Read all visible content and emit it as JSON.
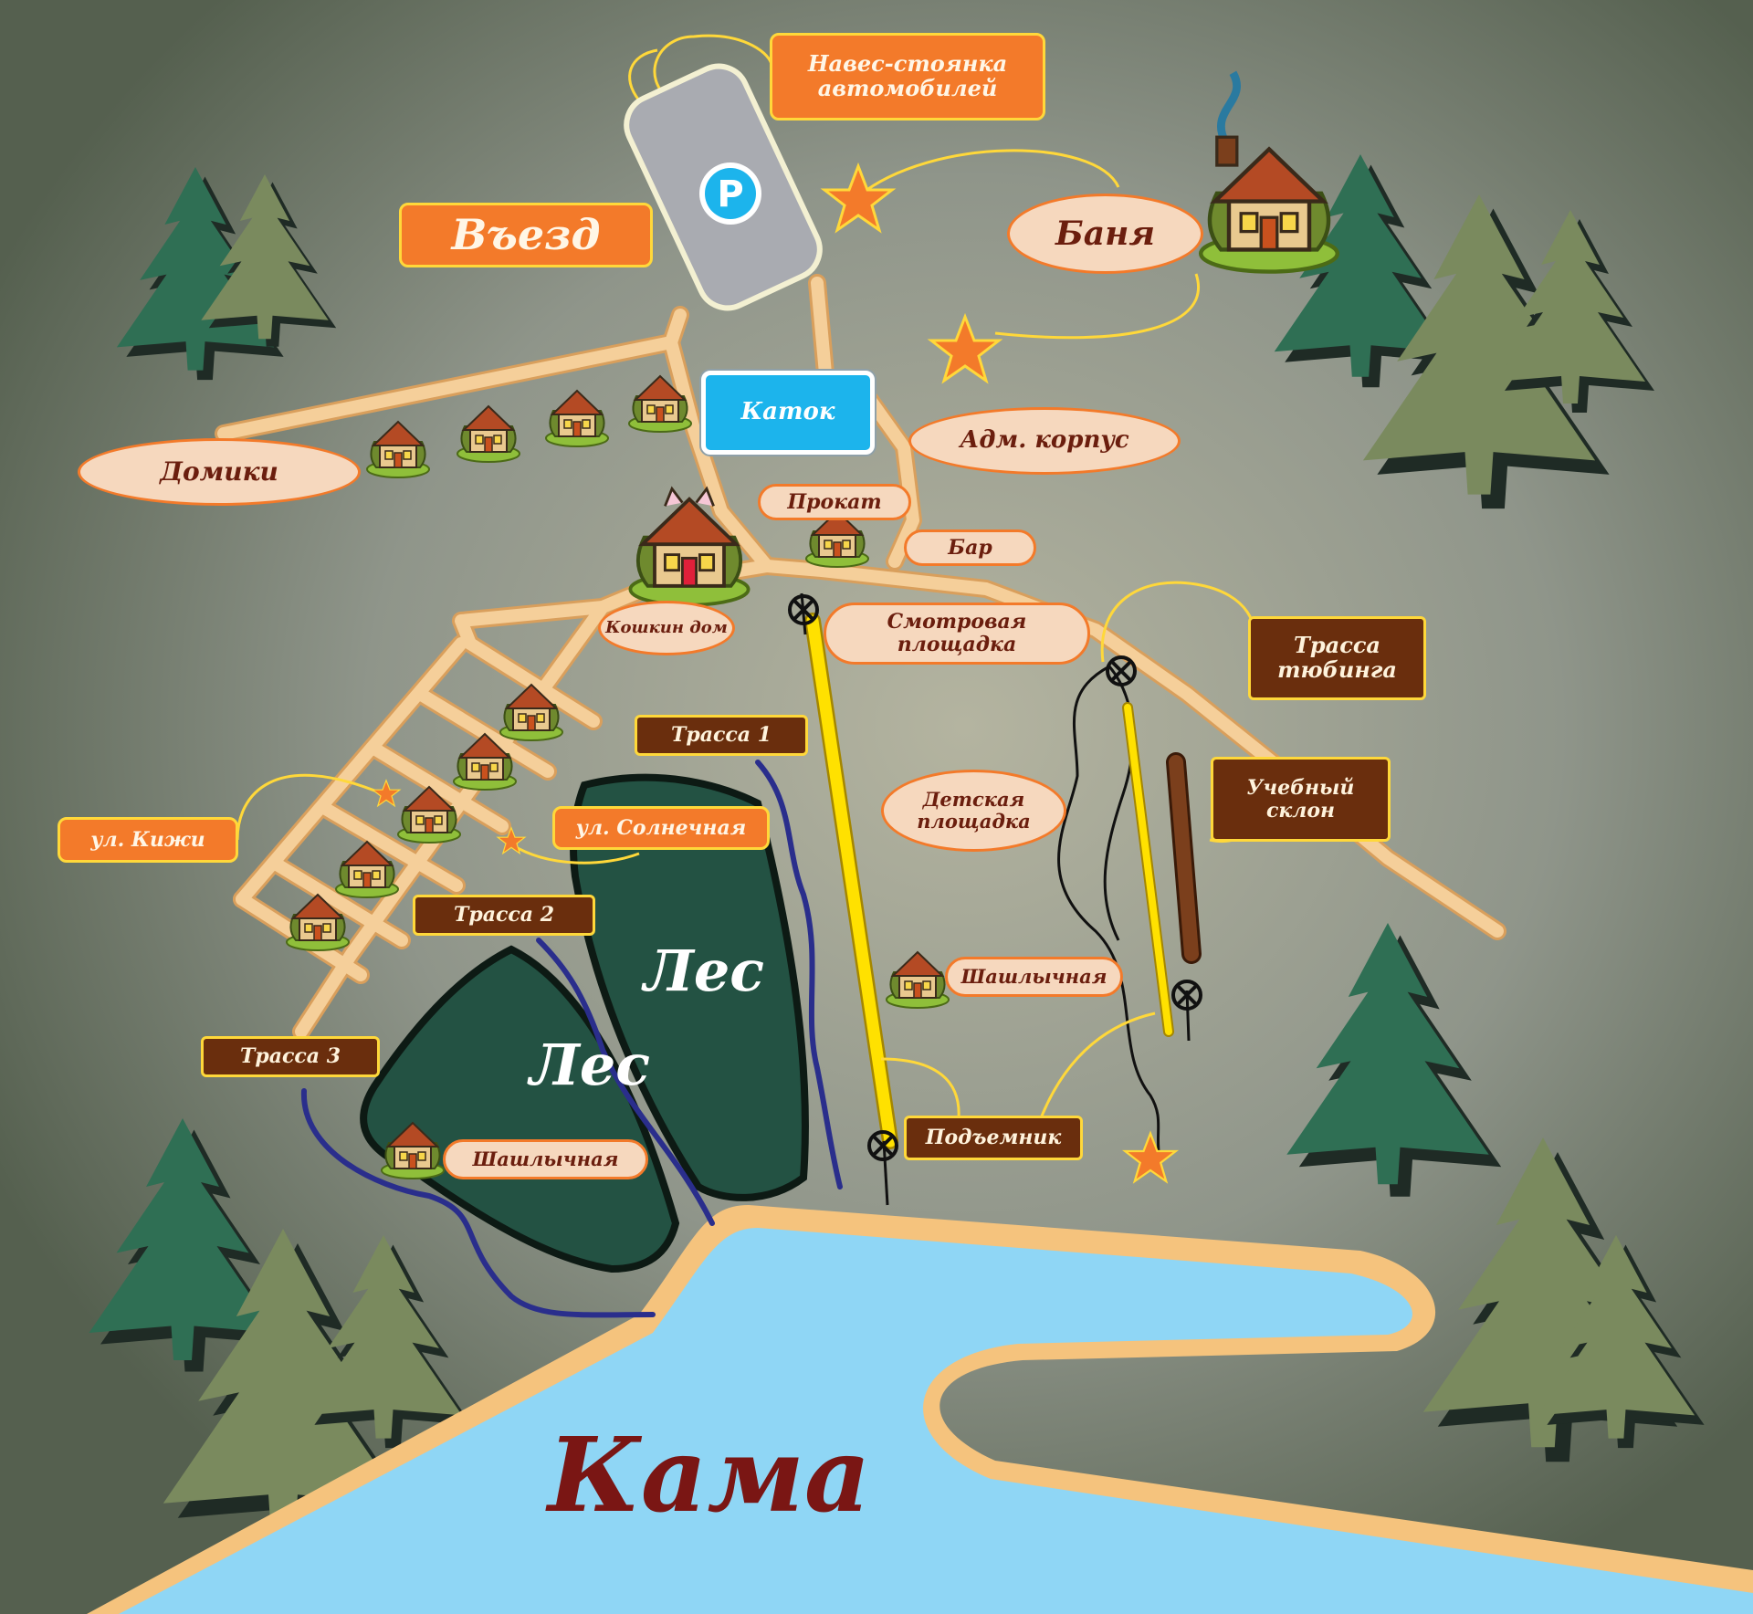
{
  "labels": {
    "parking": "Навес-стоянка автомобилей",
    "entry": "Въезд",
    "bath": "Баня",
    "houses": "Домики",
    "rink": "Каток",
    "admin": "Адм. корпус",
    "rental": "Прокат",
    "bar": "Бар",
    "cat_house": "Кошкин дом",
    "viewpoint": "Смотровая площадка",
    "tubing": "Трасса тюбинга",
    "track1": "Трасса 1",
    "kizhi": "ул. Кижи",
    "sunny": "ул. Солнечная",
    "kids": "Детская площадка",
    "training": "Учебный склон",
    "track2": "Трасса 2",
    "bbq1": "Шашлычная",
    "track3": "Трасса 3",
    "lift": "Подъемник",
    "bbq2": "Шашлычная",
    "forest1": "Лес",
    "forest2": "Лес",
    "river": "Кама"
  },
  "parking_sign": "P",
  "colors": {
    "background": "#5b6459",
    "road": "#f5cf9a",
    "orange_label": "#f37a2a",
    "brown_label": "#6a2e0d",
    "border_yellow": "#ffd83a",
    "forest": "#235243",
    "river": "#8fd6f5",
    "beach": "#f5c37d",
    "trail_blue": "#2a2e8c",
    "lift_yellow": "#ffe100",
    "star": "#f37a2a",
    "rink_blue": "#1cb4ec",
    "tree_dark": "#2f6f54",
    "tree_light": "#7a8a5e"
  },
  "icons": [
    "parking-icon",
    "star-icon",
    "house-icon",
    "bathhouse-icon",
    "cat-house-icon",
    "lift-pylon-icon",
    "fir-tree-icon"
  ]
}
